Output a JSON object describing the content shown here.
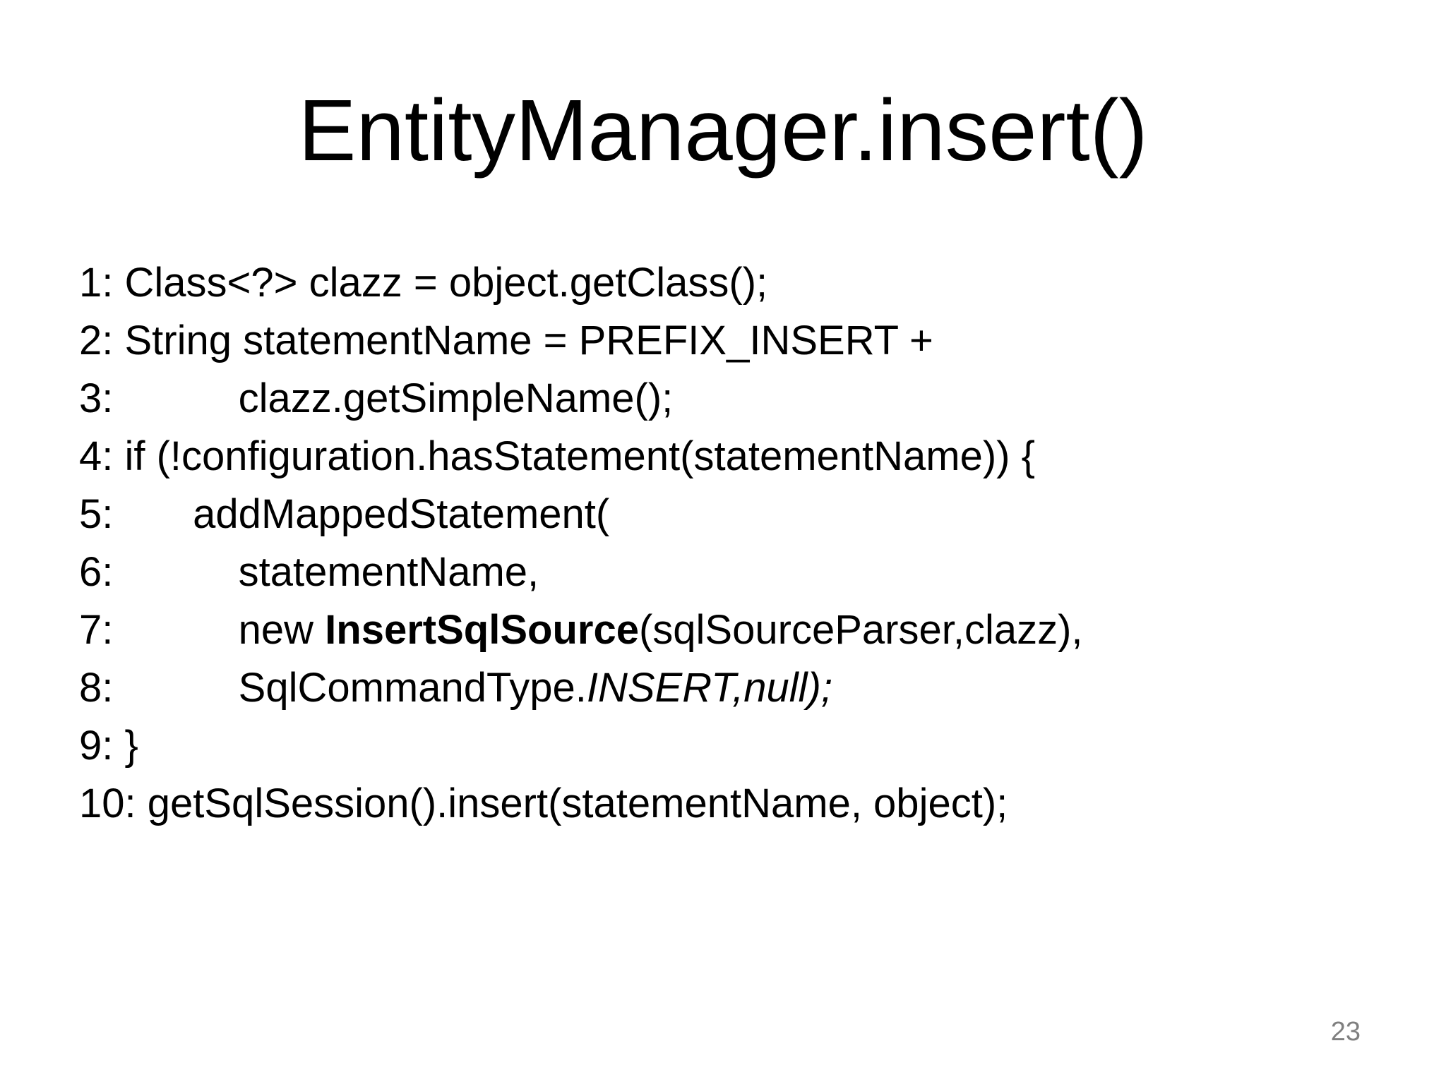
{
  "slide": {
    "title": "EntityManager.insert()",
    "page_number": "23",
    "colors": {
      "background": "#ffffff",
      "text": "#000000",
      "page_number": "#7f7f7f"
    },
    "code_lines": [
      {
        "segments": [
          {
            "text": "1: Class<?> clazz = object.getClass();"
          }
        ]
      },
      {
        "segments": [
          {
            "text": "2: String statementName = PREFIX_INSERT +"
          }
        ]
      },
      {
        "segments": [
          {
            "text": "3:           clazz.getSimpleName();"
          }
        ]
      },
      {
        "segments": [
          {
            "text": "4: if (!configuration.hasStatement(statementName)) {"
          }
        ]
      },
      {
        "segments": [
          {
            "text": "5:       addMappedStatement("
          }
        ]
      },
      {
        "segments": [
          {
            "text": "6:           statementName,"
          }
        ]
      },
      {
        "segments": [
          {
            "text": "7:           new "
          },
          {
            "text": "InsertSqlSource",
            "style": "bold"
          },
          {
            "text": "(sqlSourceParser,clazz),"
          }
        ]
      },
      {
        "segments": [
          {
            "text": "8:           SqlCommandType."
          },
          {
            "text": "INSERT,null);",
            "style": "italic"
          }
        ]
      },
      {
        "segments": [
          {
            "text": "9: }"
          }
        ]
      },
      {
        "segments": [
          {
            "text": "10: getSqlSession().insert(statementName, object);"
          }
        ]
      }
    ]
  }
}
